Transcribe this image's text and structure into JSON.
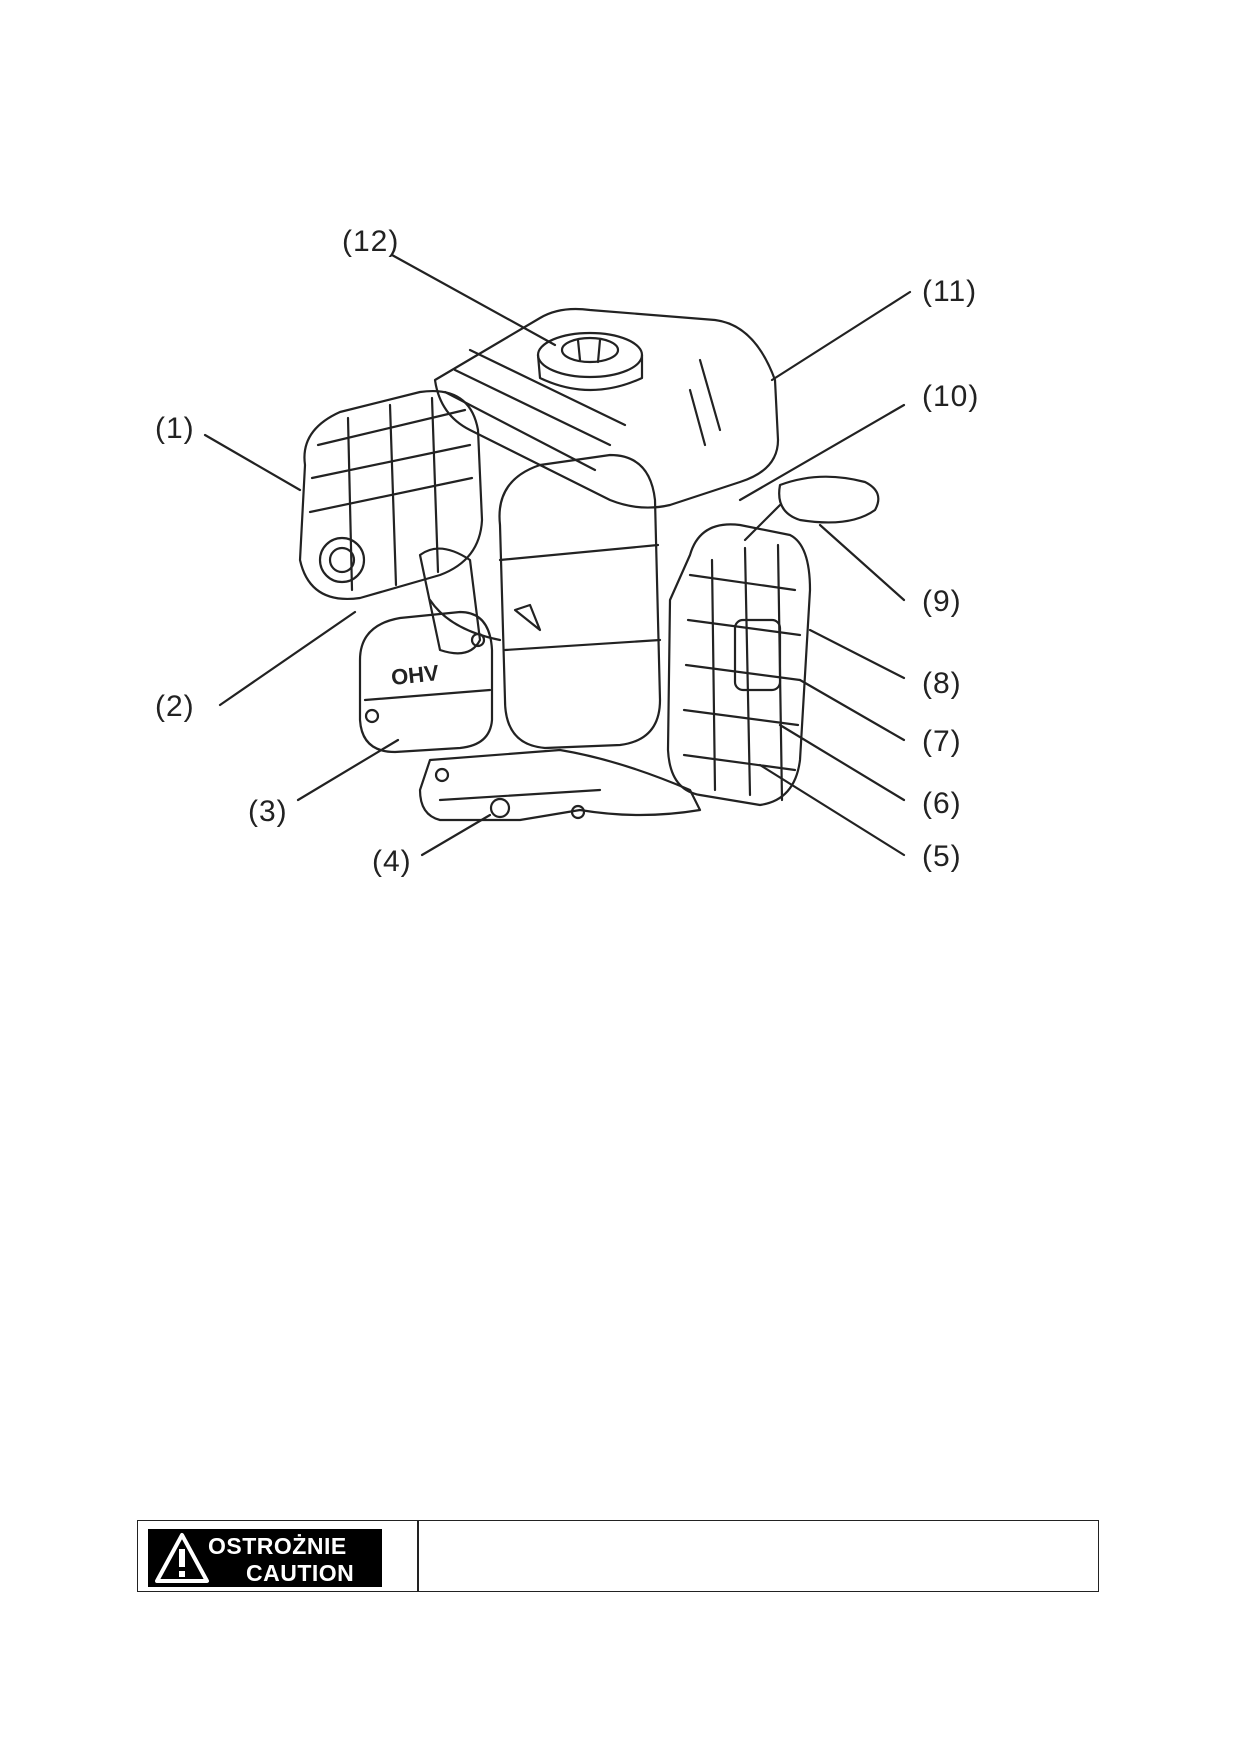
{
  "figure": {
    "engine_label": "OHV",
    "callouts": [
      "(1)",
      "(2)",
      "(3)",
      "(4)",
      "(5)",
      "(6)",
      "(7)",
      "(8)",
      "(9)",
      "(10)",
      "(11)",
      "(12)"
    ]
  },
  "caution": {
    "label_pl": "OSTROŻNIE",
    "label_en": "CAUTION",
    "text": ""
  },
  "colors": {
    "ink": "#222222",
    "badge_bg": "#000000",
    "badge_text": "#ffffff"
  }
}
